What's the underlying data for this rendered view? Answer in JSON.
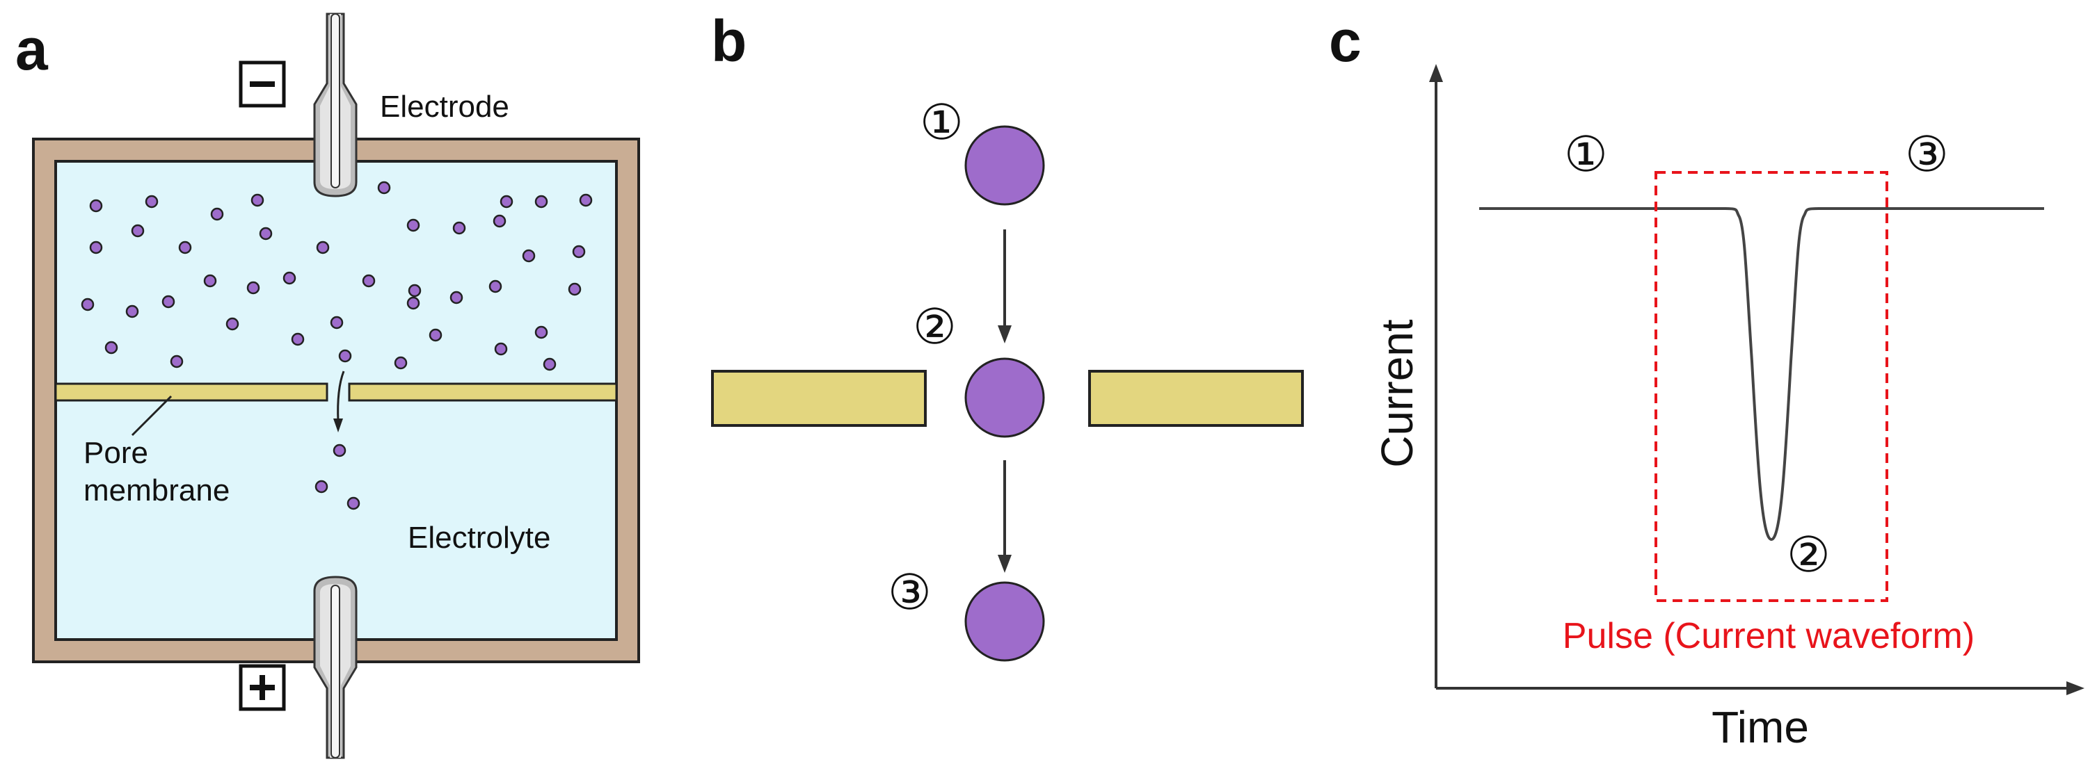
{
  "panel_a": {
    "letter": "a",
    "minus_symbol": "−",
    "plus_symbol": "+",
    "electrode_label": "Electrode",
    "pore_label_line1": "Pore",
    "pore_label_line2": "membrane",
    "electrolyte_label": "Electrolyte"
  },
  "panel_b": {
    "letter": "b",
    "step1": "①",
    "step2": "②",
    "step3": "③"
  },
  "panel_c": {
    "letter": "c",
    "ylabel": "Current",
    "xlabel": "Time",
    "step1": "①",
    "step2": "②",
    "step3": "③",
    "pulse_label": "Pulse (Current waveform)"
  },
  "colors": {
    "chamber_border": "#c9ad94",
    "electrolyte": "#dff6fb",
    "membrane": "#e3d67f",
    "particle": "#9e6ccb",
    "pulse": "#e8141b"
  }
}
